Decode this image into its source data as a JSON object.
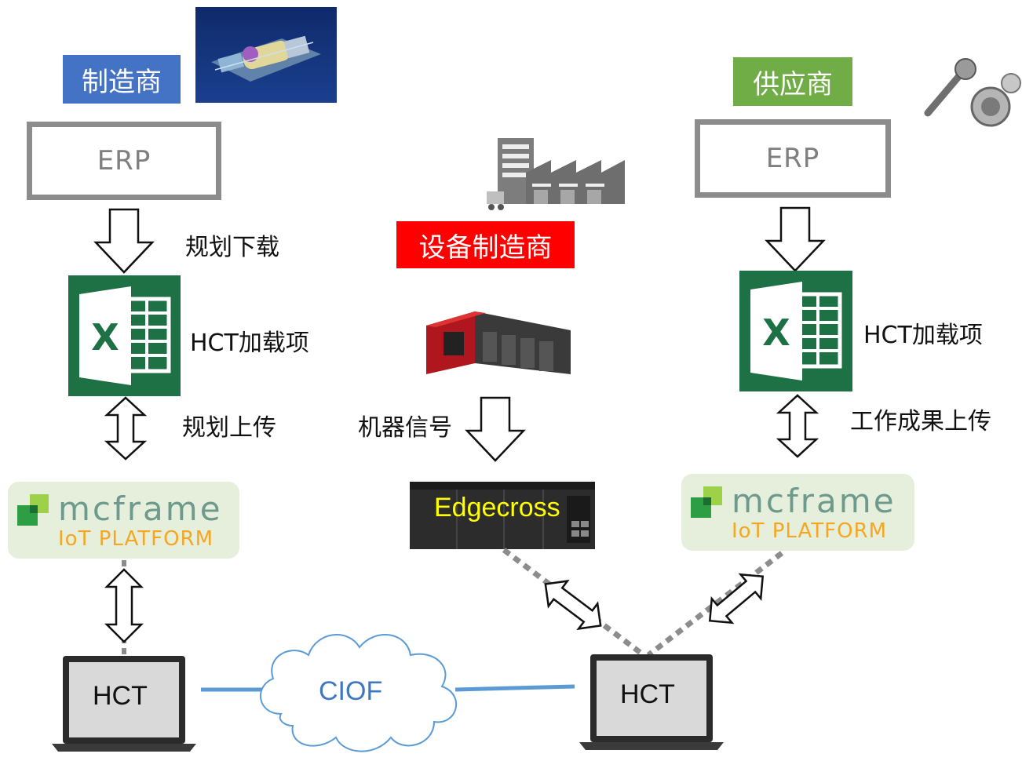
{
  "manufacturer": {
    "tag": "制造商",
    "erp": "ERP",
    "download": "规划下载",
    "addin": "HCT加载项",
    "upload": "规划上传"
  },
  "equipment": {
    "tag": "设备制造商",
    "signal": "机器信号",
    "edge": "Edgecross"
  },
  "supplier": {
    "tag": "供应商",
    "erp": "ERP",
    "addin": "HCT加载项",
    "upload": "工作成果上传"
  },
  "mcframe": {
    "word": "mcframe",
    "sub": "IoT PLATFORM"
  },
  "network": {
    "cloud": "CIOF",
    "hct_left": "HCT",
    "hct_right": "HCT"
  },
  "colors": {
    "manufacturer_tag": "#4472c4",
    "equipment_tag": "#ff0000",
    "supplier_tag": "#70ad47",
    "excel": "#1e7145",
    "link_line": "#5b9bd5",
    "edge_text": "#ffff00"
  }
}
